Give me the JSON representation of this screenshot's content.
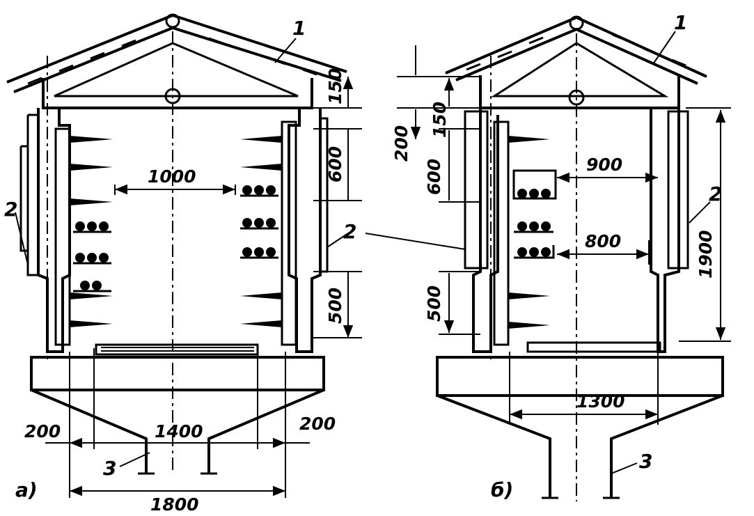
{
  "figure_a": {
    "caption": "а)",
    "callouts": {
      "roof": "1",
      "wall_left": "2",
      "wall_right": "2",
      "foundation": "3"
    },
    "dimensions": {
      "span_inner": "1000",
      "roof_top": "150",
      "upper_tier": "600",
      "lower_tier": "500",
      "bottom_span": "1400",
      "offset_left": "200",
      "offset_right": "200",
      "total_width": "1800"
    }
  },
  "figure_b": {
    "caption": "б)",
    "callouts": {
      "roof": "1",
      "wall": "2",
      "foundation": "3"
    },
    "dimensions": {
      "roof_top": "150",
      "upper_offset": "200",
      "upper_tier": "600",
      "lower_tier": "500",
      "span_upper": "900",
      "span_lower": "800",
      "height_total": "1900",
      "bottom_span": "1300"
    }
  }
}
